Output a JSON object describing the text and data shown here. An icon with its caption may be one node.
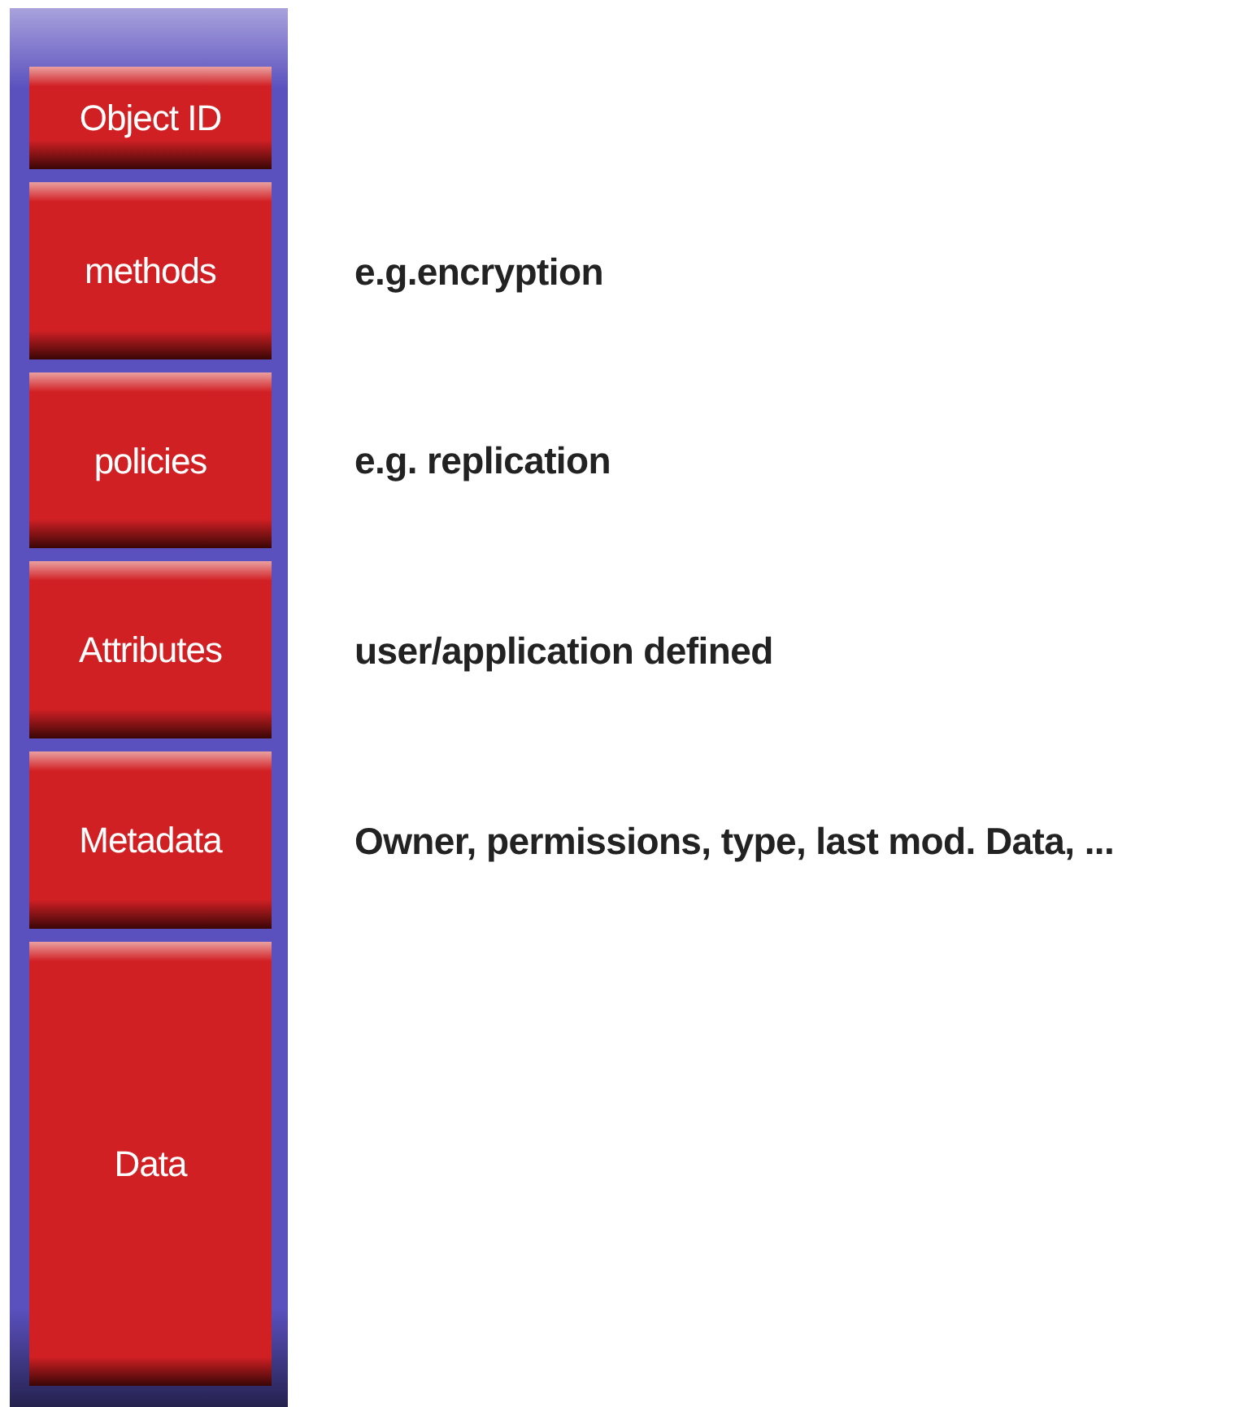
{
  "diagram": {
    "nodes": [
      {
        "text": [],
        "shape": "bar"
      },
      {
        "text": [
          "Object ID"
        ],
        "in": 0
      },
      {
        "text": [
          "methods"
        ],
        "in": 0,
        "beside": [
          "e.g.encryption"
        ]
      },
      {
        "text": [
          "policies"
        ],
        "in": 0,
        "beside": [
          "e.g. replication"
        ]
      },
      {
        "text": [
          "Attributes"
        ],
        "in": 0,
        "beside": [
          "user/application defined"
        ]
      },
      {
        "text": [
          "Metadata"
        ],
        "in": 0,
        "beside": [
          "Owner, permissions, type, last mod. Data, ..."
        ]
      },
      {
        "text": [
          "Data"
        ],
        "in": 0
      }
    ]
  }
}
